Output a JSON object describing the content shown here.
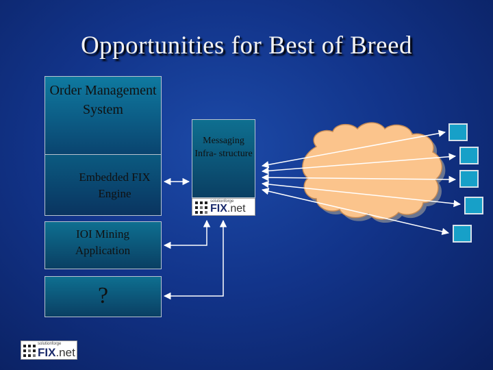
{
  "title": "Opportunities for Best of Breed",
  "boxes": {
    "oms": "Order Management System",
    "fix_engine": "Embedded FIX Engine",
    "ioi": "IOI Mining Application",
    "unknown": "?",
    "messaging": "Messaging Infra- structure"
  },
  "logo": {
    "sub": "solutionforge",
    "main_a": "FIX",
    "main_b": ".net"
  },
  "colors": {
    "background": "#12348a",
    "box_fill": "#0a4570",
    "cloud": "#fbc48c",
    "node": "#17a0c8"
  }
}
